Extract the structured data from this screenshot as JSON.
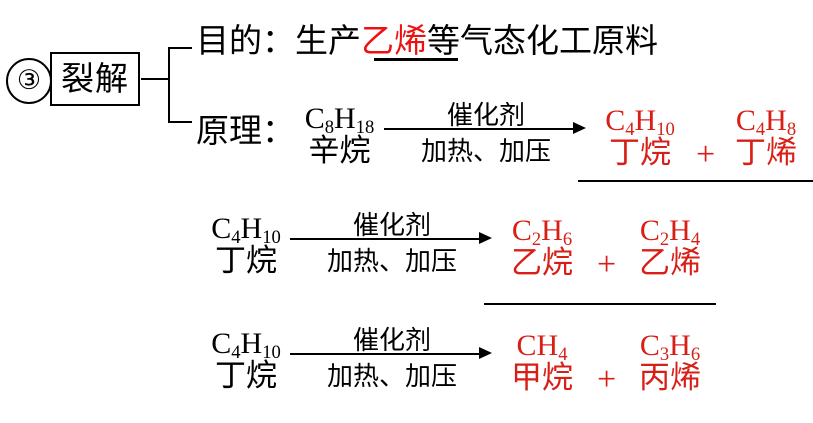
{
  "index": "③",
  "term": "裂解",
  "purpose": {
    "label": "目的：",
    "prefix": "生产",
    "highlight": "乙烯",
    "suffix": "等气态化工原料"
  },
  "principle_label": "原理：",
  "conditions": {
    "above": "催化剂",
    "below": "加热、加压"
  },
  "plus": "+",
  "colors": {
    "red": "#d81f17",
    "red_bright": "#ee1111",
    "black": "#000000"
  },
  "reactions": [
    {
      "reactant": {
        "sym": "C8H18",
        "name": "辛烷"
      },
      "products": [
        {
          "sym": "C4H10",
          "name": "丁烷"
        },
        {
          "sym": "C4H8",
          "name": "丁烯"
        }
      ],
      "underline": true
    },
    {
      "reactant": {
        "sym": "C4H10",
        "name": "丁烷"
      },
      "products": [
        {
          "sym": "C2H6",
          "name": "乙烷"
        },
        {
          "sym": "C2H4",
          "name": "乙烯"
        }
      ],
      "underline": true
    },
    {
      "reactant": {
        "sym": "C4H10",
        "name": "丁烷"
      },
      "products": [
        {
          "sym": "CH4",
          "name": "甲烷"
        },
        {
          "sym": "C3H6",
          "name": "丙烯"
        }
      ],
      "underline": false
    }
  ]
}
